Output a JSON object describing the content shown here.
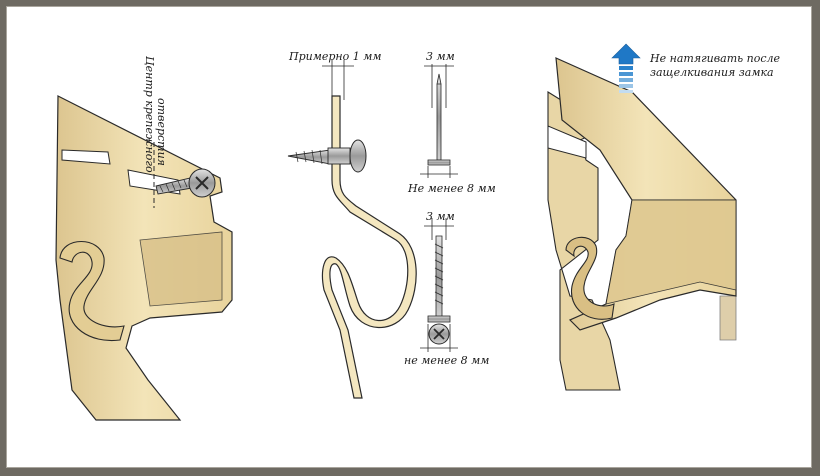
{
  "labels": {
    "center_hole_line1": "Центр крепежного",
    "center_hole_line2": "отверстия",
    "approx_1mm": "Примерно 1 мм",
    "nail_3mm": "3 мм",
    "nail_min_8mm": "Не менее 8 мм",
    "screw_3mm": "3 мм",
    "screw_min_8mm": "не менее 8 мм",
    "no_pull_line1": "Не натягивать после",
    "no_pull_line2": "защелкивания замка"
  },
  "colors": {
    "panel_fill": "#f2e2b4",
    "panel_shade": "#dcc58f",
    "panel_dark": "#c9ae72",
    "outline": "#2a2a2a",
    "metal": "#a8a8a8",
    "arrow": "#1f78c6",
    "frame": "#6e6a62"
  }
}
